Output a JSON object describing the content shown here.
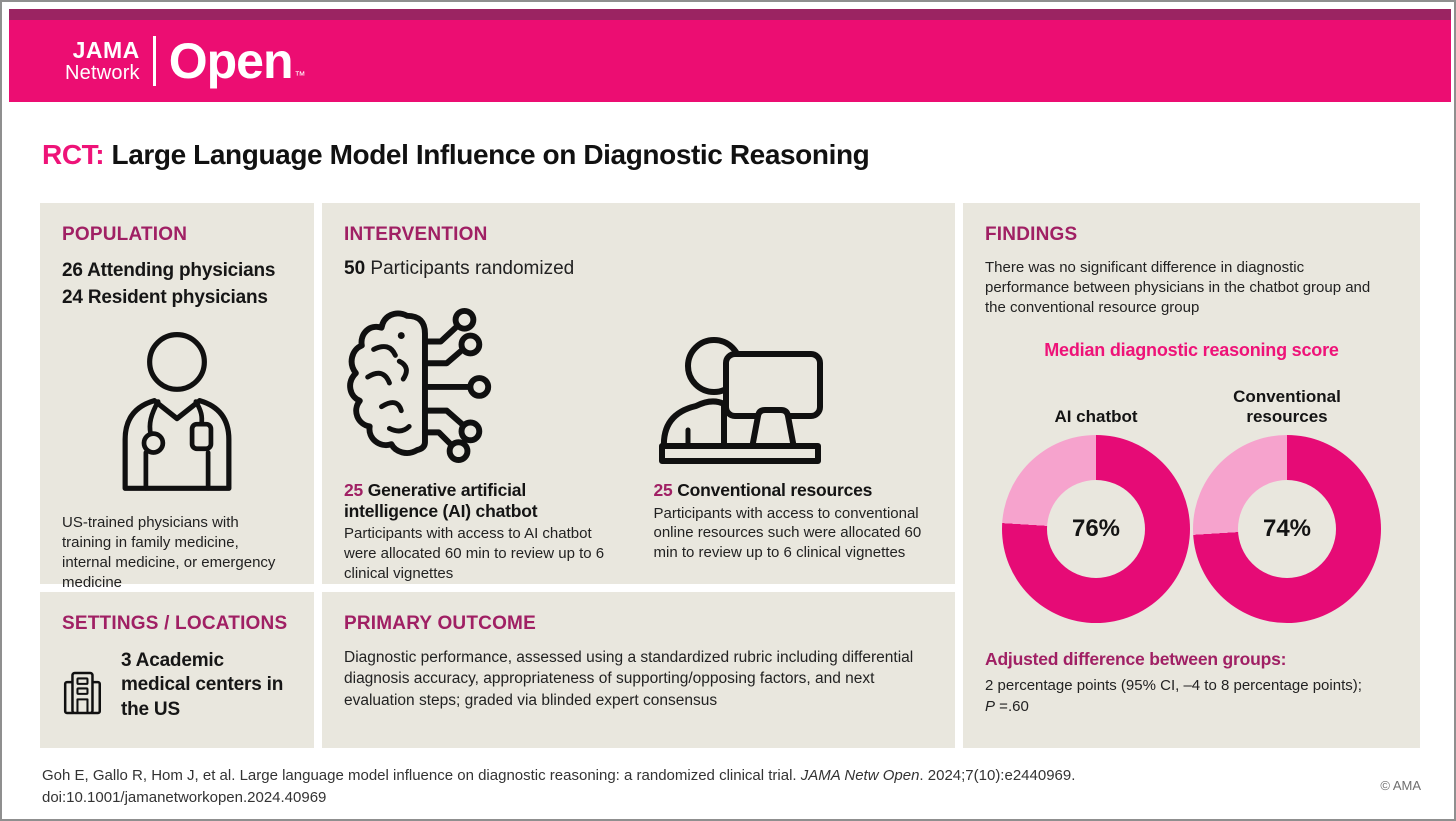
{
  "header": {
    "brand_line1": "JAMA",
    "brand_line2": "Network",
    "brand_product": "Open",
    "brand_tm": "™"
  },
  "title": {
    "prefix": "RCT:",
    "text": " Large Language Model Influence on Diagnostic Reasoning"
  },
  "panels": {
    "population": {
      "heading": "POPULATION",
      "stat1": "26 Attending physicians",
      "stat2": "24 Resident physicians",
      "description": "US-trained physicians with training in family medicine, internal medicine, or emergency medicine"
    },
    "intervention": {
      "heading": "INTERVENTION",
      "randomized_num": "50",
      "randomized_label": " Participants randomized",
      "arms": [
        {
          "num": "25",
          "title": " Generative artificial intelligence (AI) chatbot",
          "description": "Participants with access to AI chatbot were allocated 60 min to review up to 6 clinical vignettes"
        },
        {
          "num": "25",
          "title": " Conventional resources",
          "description": "Participants with access to conventional online resources such were allocated 60 min to review up to 6 clinical vignettes"
        }
      ]
    },
    "findings": {
      "heading": "FINDINGS",
      "summary": "There was no significant difference in diagnostic performance between physicians in the chatbot group and the conventional resource group",
      "chart_title": "Median diagnostic reasoning score",
      "donuts": [
        {
          "label": "AI chatbot",
          "value": 76,
          "value_label": "76%"
        },
        {
          "label": "Conventional resources",
          "value": 74,
          "value_label": "74%"
        }
      ],
      "adjusted_heading": "Adjusted difference between groups:",
      "adjusted_line1": "2 percentage points (95% CI, –4 to 8 percentage points);",
      "p_label": "P",
      "p_rest": " =.60"
    },
    "settings": {
      "heading": "SETTINGS / LOCATIONS",
      "text": "3 Academic medical centers in the US"
    },
    "primary_outcome": {
      "heading": "PRIMARY OUTCOME",
      "text": "Diagnostic performance, assessed using a standardized rubric including differential diagnosis accuracy, appropriateness of supporting/opposing factors, and next evaluation steps; graded via blinded expert consensus"
    }
  },
  "footer": {
    "citation_before_journal": "Goh E, Gallo R, Hom J, et al. Large language model influence on diagnostic reasoning: a randomized clinical trial. ",
    "journal": "JAMA Netw Open",
    "citation_after_journal": ". 2024;7(10):e2440969.",
    "line2": "doi:10.1001/jamanetworkopen.2024.40969",
    "copyright": "© AMA"
  },
  "colors": {
    "header_pink": "#EC0D72",
    "header_dark_strip": "#9B2462",
    "heading_magenta": "#A02064",
    "bright_pink": "#EE1378",
    "donut_dark": "#E60B76",
    "donut_light": "#F6A3CD",
    "panel_bg": "#E9E7DE"
  },
  "chart_data": [
    {
      "type": "pie",
      "title": "AI chatbot",
      "categories": [
        "Median diagnostic reasoning score",
        "Remainder"
      ],
      "values": [
        76,
        24
      ],
      "labels": [
        "76%",
        ""
      ],
      "legend_position": "none"
    },
    {
      "type": "pie",
      "title": "Conventional resources",
      "categories": [
        "Median diagnostic reasoning score",
        "Remainder"
      ],
      "values": [
        74,
        26
      ],
      "labels": [
        "74%",
        ""
      ],
      "legend_position": "none"
    }
  ]
}
